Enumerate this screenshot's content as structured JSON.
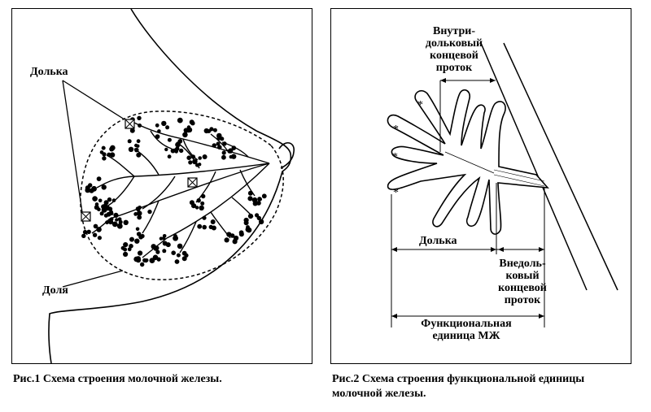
{
  "figure1": {
    "labels": {
      "lobule": "Долька",
      "lobe": "Доля"
    },
    "caption": "Рис.1 Схема строения молочной железы."
  },
  "figure2": {
    "labels": {
      "intralobular_duct": [
        "Внутри-",
        "дольковый",
        "концевой",
        "проток"
      ],
      "lobule": "Долька",
      "extralobular_duct": [
        "Внедоль-",
        "ковый",
        "концевой",
        "проток"
      ],
      "functional_unit": [
        "Функциональная",
        "единица МЖ"
      ]
    },
    "caption": [
      "Рис.2 Схема строения функциональной единицы",
      "молочной железы."
    ]
  },
  "colors": {
    "ink": "#000000",
    "paper": "#ffffff"
  }
}
